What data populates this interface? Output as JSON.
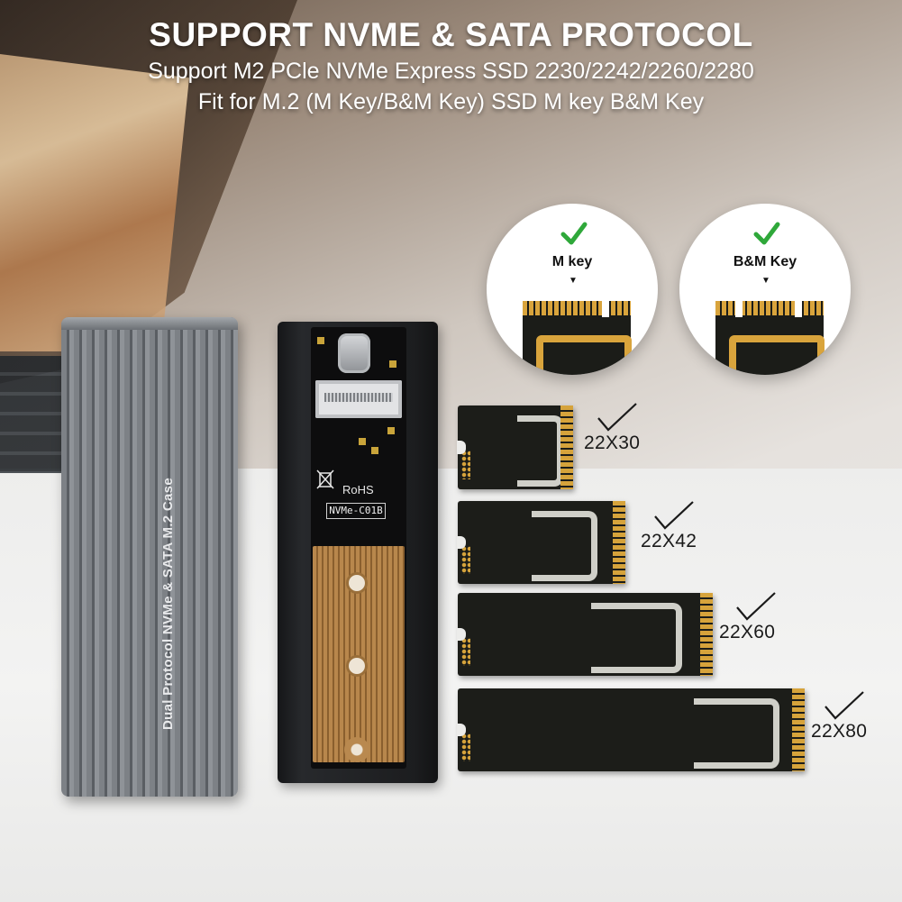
{
  "headline": {
    "title": "SUPPORT NVME & SATA PROTOCOL",
    "line2": "Support M2 PCle NVMe Express SSD 2230/2242/2260/2280",
    "line3": "Fit for M.2 (M Key/B&M Key) SSD M key B&M Key"
  },
  "enclosure": {
    "label": "Dual Protocol NVMe & SATA M.2 Case"
  },
  "board": {
    "rohs": "RoHS",
    "model": "NVMe-C01B"
  },
  "keys": [
    {
      "label": "M key",
      "icon": "check-icon",
      "color": "#2fa83a"
    },
    {
      "label": "B&M Key",
      "icon": "check-icon",
      "color": "#2fa83a"
    }
  ],
  "sizes": [
    {
      "label": "22X30"
    },
    {
      "label": "22X42"
    },
    {
      "label": "22X60"
    },
    {
      "label": "22X80"
    }
  ],
  "colors": {
    "check_green": "#2fa83a",
    "gold_pins": "#d6a33b",
    "pcb": "#1c1d19"
  }
}
